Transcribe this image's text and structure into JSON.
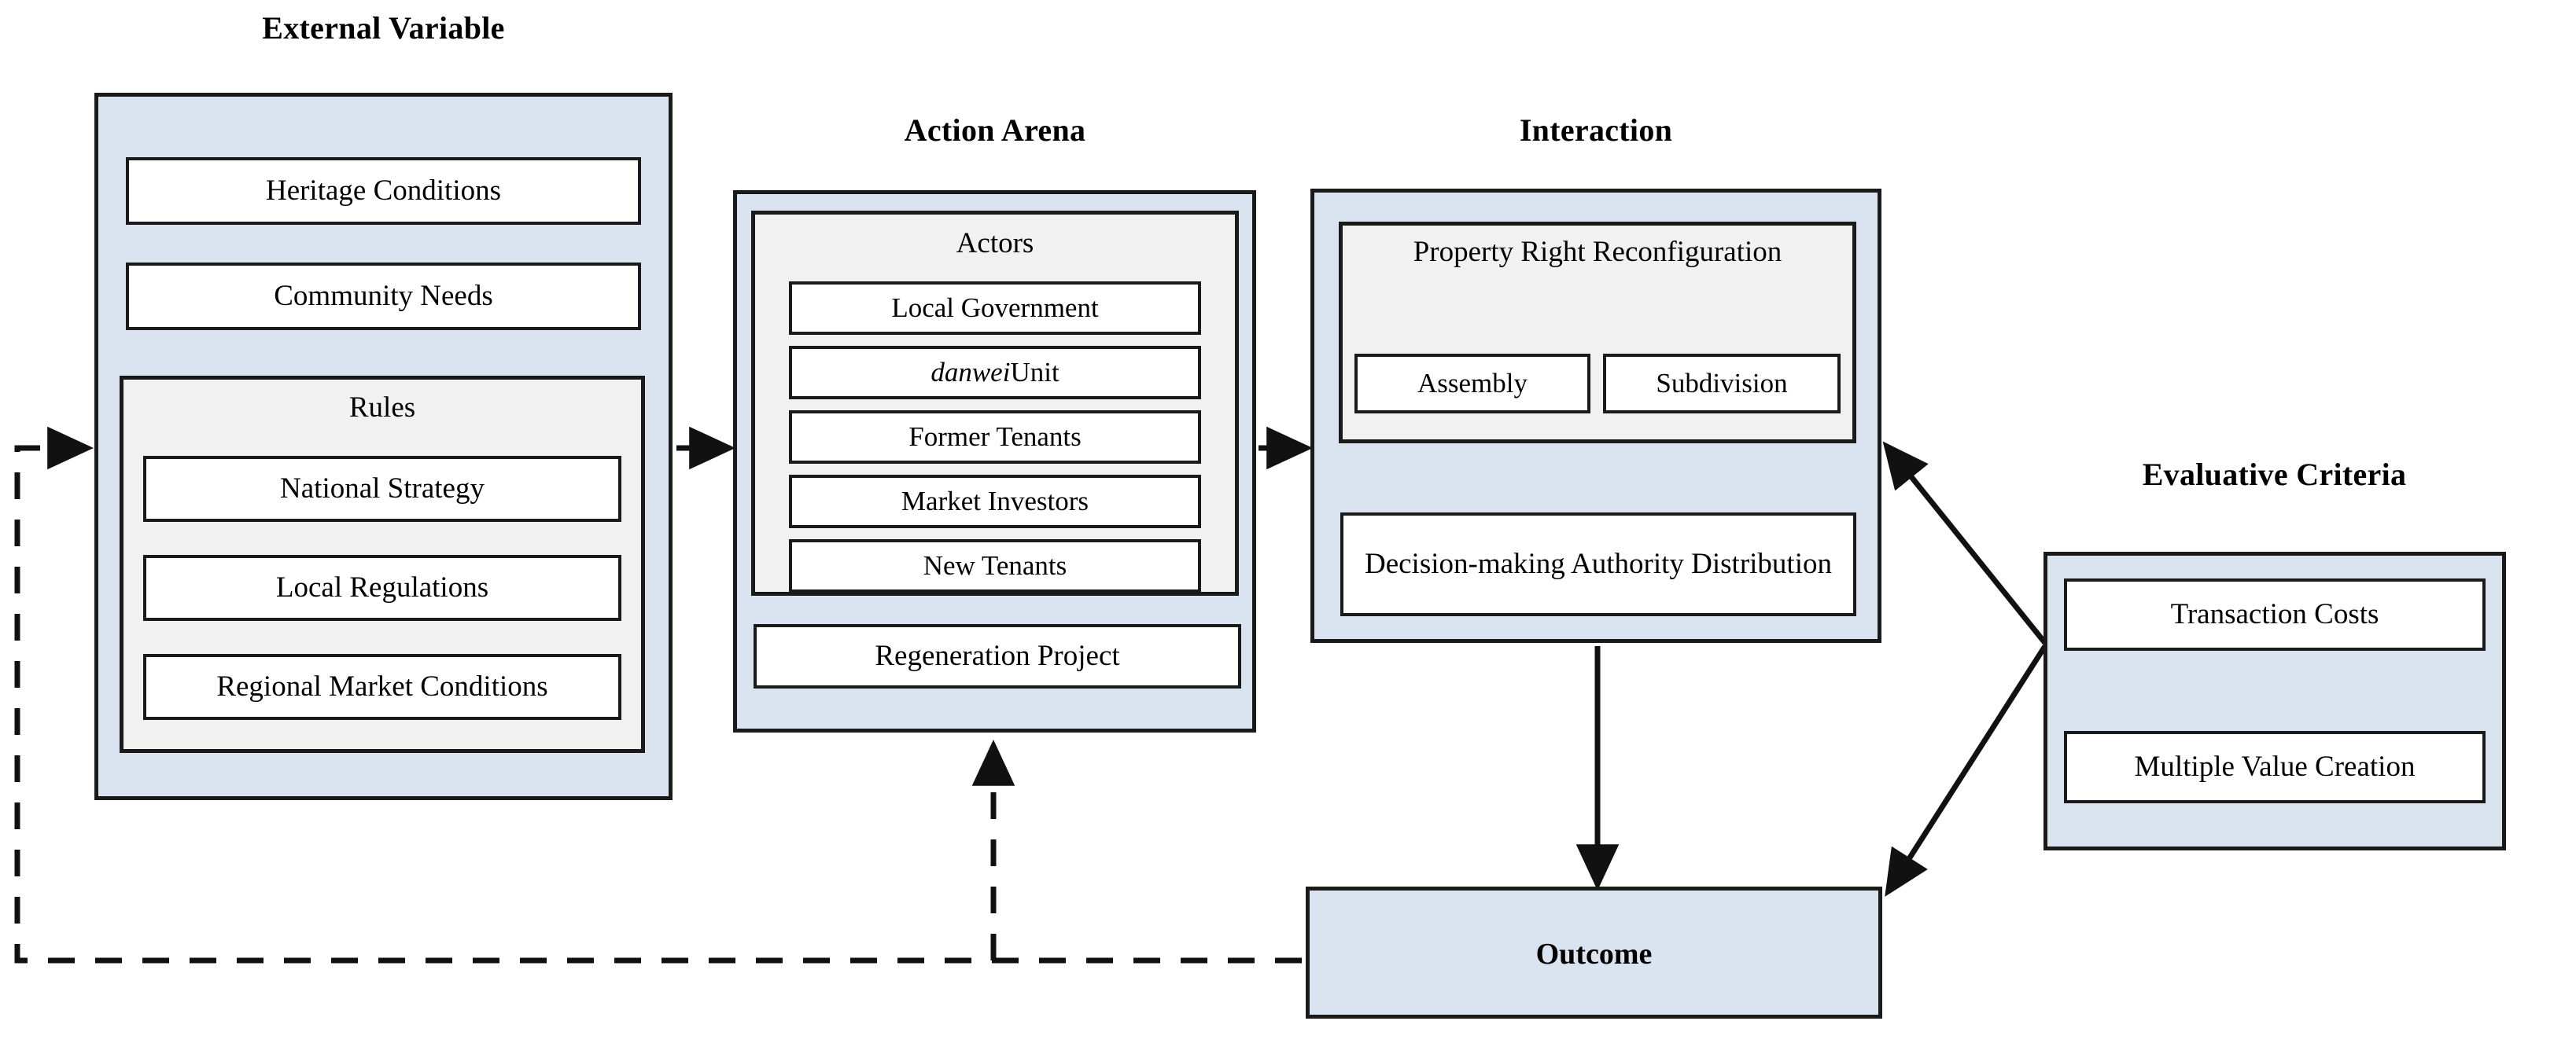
{
  "diagram": {
    "title_external": "External Variable",
    "title_action": "Action Arena",
    "title_interaction": "Interaction",
    "title_evaluative": "Evaluative Criteria",
    "colors": {
      "panel_fill": "#d9e4f0",
      "group_fill": "#f1f1f1",
      "box_fill": "#ffffff",
      "stroke": "#1a1a1a"
    },
    "external_variable": {
      "items": [
        {
          "label": "Heritage Conditions"
        },
        {
          "label": "Community Needs"
        }
      ],
      "rules": {
        "label": "Rules",
        "items": [
          {
            "label": "National Strategy"
          },
          {
            "label": "Local Regulations"
          },
          {
            "label": "Regional Market Conditions"
          }
        ]
      }
    },
    "action_arena": {
      "actors": {
        "label": "Actors",
        "items": [
          {
            "label": "Local Government"
          },
          {
            "label_italic": "danwei",
            "label_rest": " Unit"
          },
          {
            "label": "Former Tenants"
          },
          {
            "label": "Market Investors"
          },
          {
            "label": "New Tenants"
          }
        ]
      },
      "project": {
        "label": "Regeneration Project"
      }
    },
    "interaction": {
      "property_right": {
        "label": "Property Right Reconfiguration",
        "items": [
          {
            "label": "Assembly"
          },
          {
            "label": "Subdivision"
          }
        ]
      },
      "decision": {
        "label": "Decision-making Authority Distribution"
      }
    },
    "evaluative_criteria": {
      "items": [
        {
          "label": "Transaction Costs"
        },
        {
          "label": "Multiple Value Creation"
        }
      ]
    },
    "outcome": {
      "label": "Outcome"
    },
    "edges": [
      {
        "name": "external-to-action",
        "style": "solid"
      },
      {
        "name": "action-to-interaction",
        "style": "solid"
      },
      {
        "name": "property-right-to-decision",
        "style": "solid"
      },
      {
        "name": "decision-to-property-right",
        "style": "solid"
      },
      {
        "name": "interaction-to-outcome",
        "style": "solid"
      },
      {
        "name": "evaluative-to-interaction",
        "style": "solid"
      },
      {
        "name": "evaluative-to-outcome",
        "style": "solid"
      },
      {
        "name": "transaction-costs-to-value-creation",
        "style": "solid"
      },
      {
        "name": "outcome-to-external-variable-feedback",
        "style": "dashed"
      },
      {
        "name": "outcome-to-action-arena-feedback",
        "style": "dashed"
      }
    ]
  }
}
